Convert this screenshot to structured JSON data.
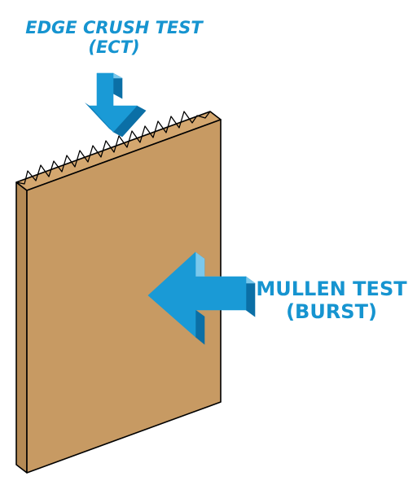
{
  "ect": {
    "line1": "EDGE CRUSH TEST",
    "line2": "(ECT)"
  },
  "mullen": {
    "line1": "MULLEN TEST",
    "line2": "(BURST)"
  },
  "colors": {
    "label": "#1694d0",
    "arrow_front": "#1a9ad6",
    "arrow_side": "#0b6fa6",
    "arrow_top": "#7ac8ec",
    "board_face": "#c79a63",
    "board_edge": "#b58a55",
    "board_top": "#d4a76f",
    "outline": "#000000"
  }
}
